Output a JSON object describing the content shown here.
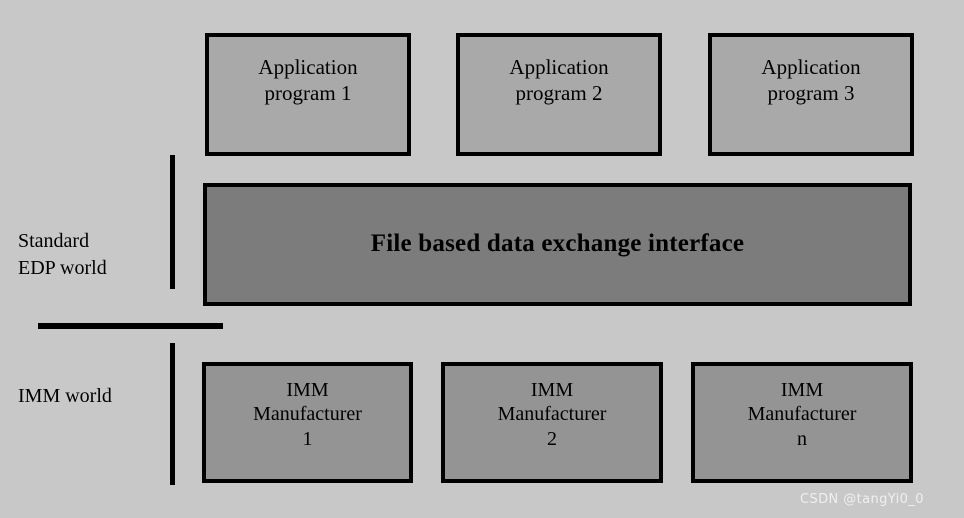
{
  "diagram": {
    "background_color": "#c8c8c8",
    "application_row": {
      "boxes": [
        {
          "line1": "Application",
          "line2": "program 1"
        },
        {
          "line1": "Application",
          "line2": "program 2"
        },
        {
          "line1": "Application",
          "line2": "program 3"
        }
      ],
      "fill_color": "#a9a9a9",
      "border_color": "#000000"
    },
    "interface": {
      "label": "File based data exchange interface",
      "fill_color": "#7c7c7c",
      "border_color": "#000000"
    },
    "manufacturer_row": {
      "boxes": [
        {
          "line1": "IMM",
          "line2": "Manufacturer",
          "line3": "1"
        },
        {
          "line1": "IMM",
          "line2": "Manufacturer",
          "line3": "2"
        },
        {
          "line1": "IMM",
          "line2": "Manufacturer",
          "line3": "n"
        }
      ],
      "fill_color": "#949494",
      "border_color": "#000000"
    },
    "side_labels": {
      "upper": "Standard\nEDP world",
      "lower": "IMM world"
    },
    "dividers": {
      "color": "#000000",
      "upper_vertical": "upper-region-divider",
      "lower_vertical": "lower-region-divider",
      "horizontal": "world-separator"
    },
    "watermark": "CSDN @tangYi0_0"
  }
}
